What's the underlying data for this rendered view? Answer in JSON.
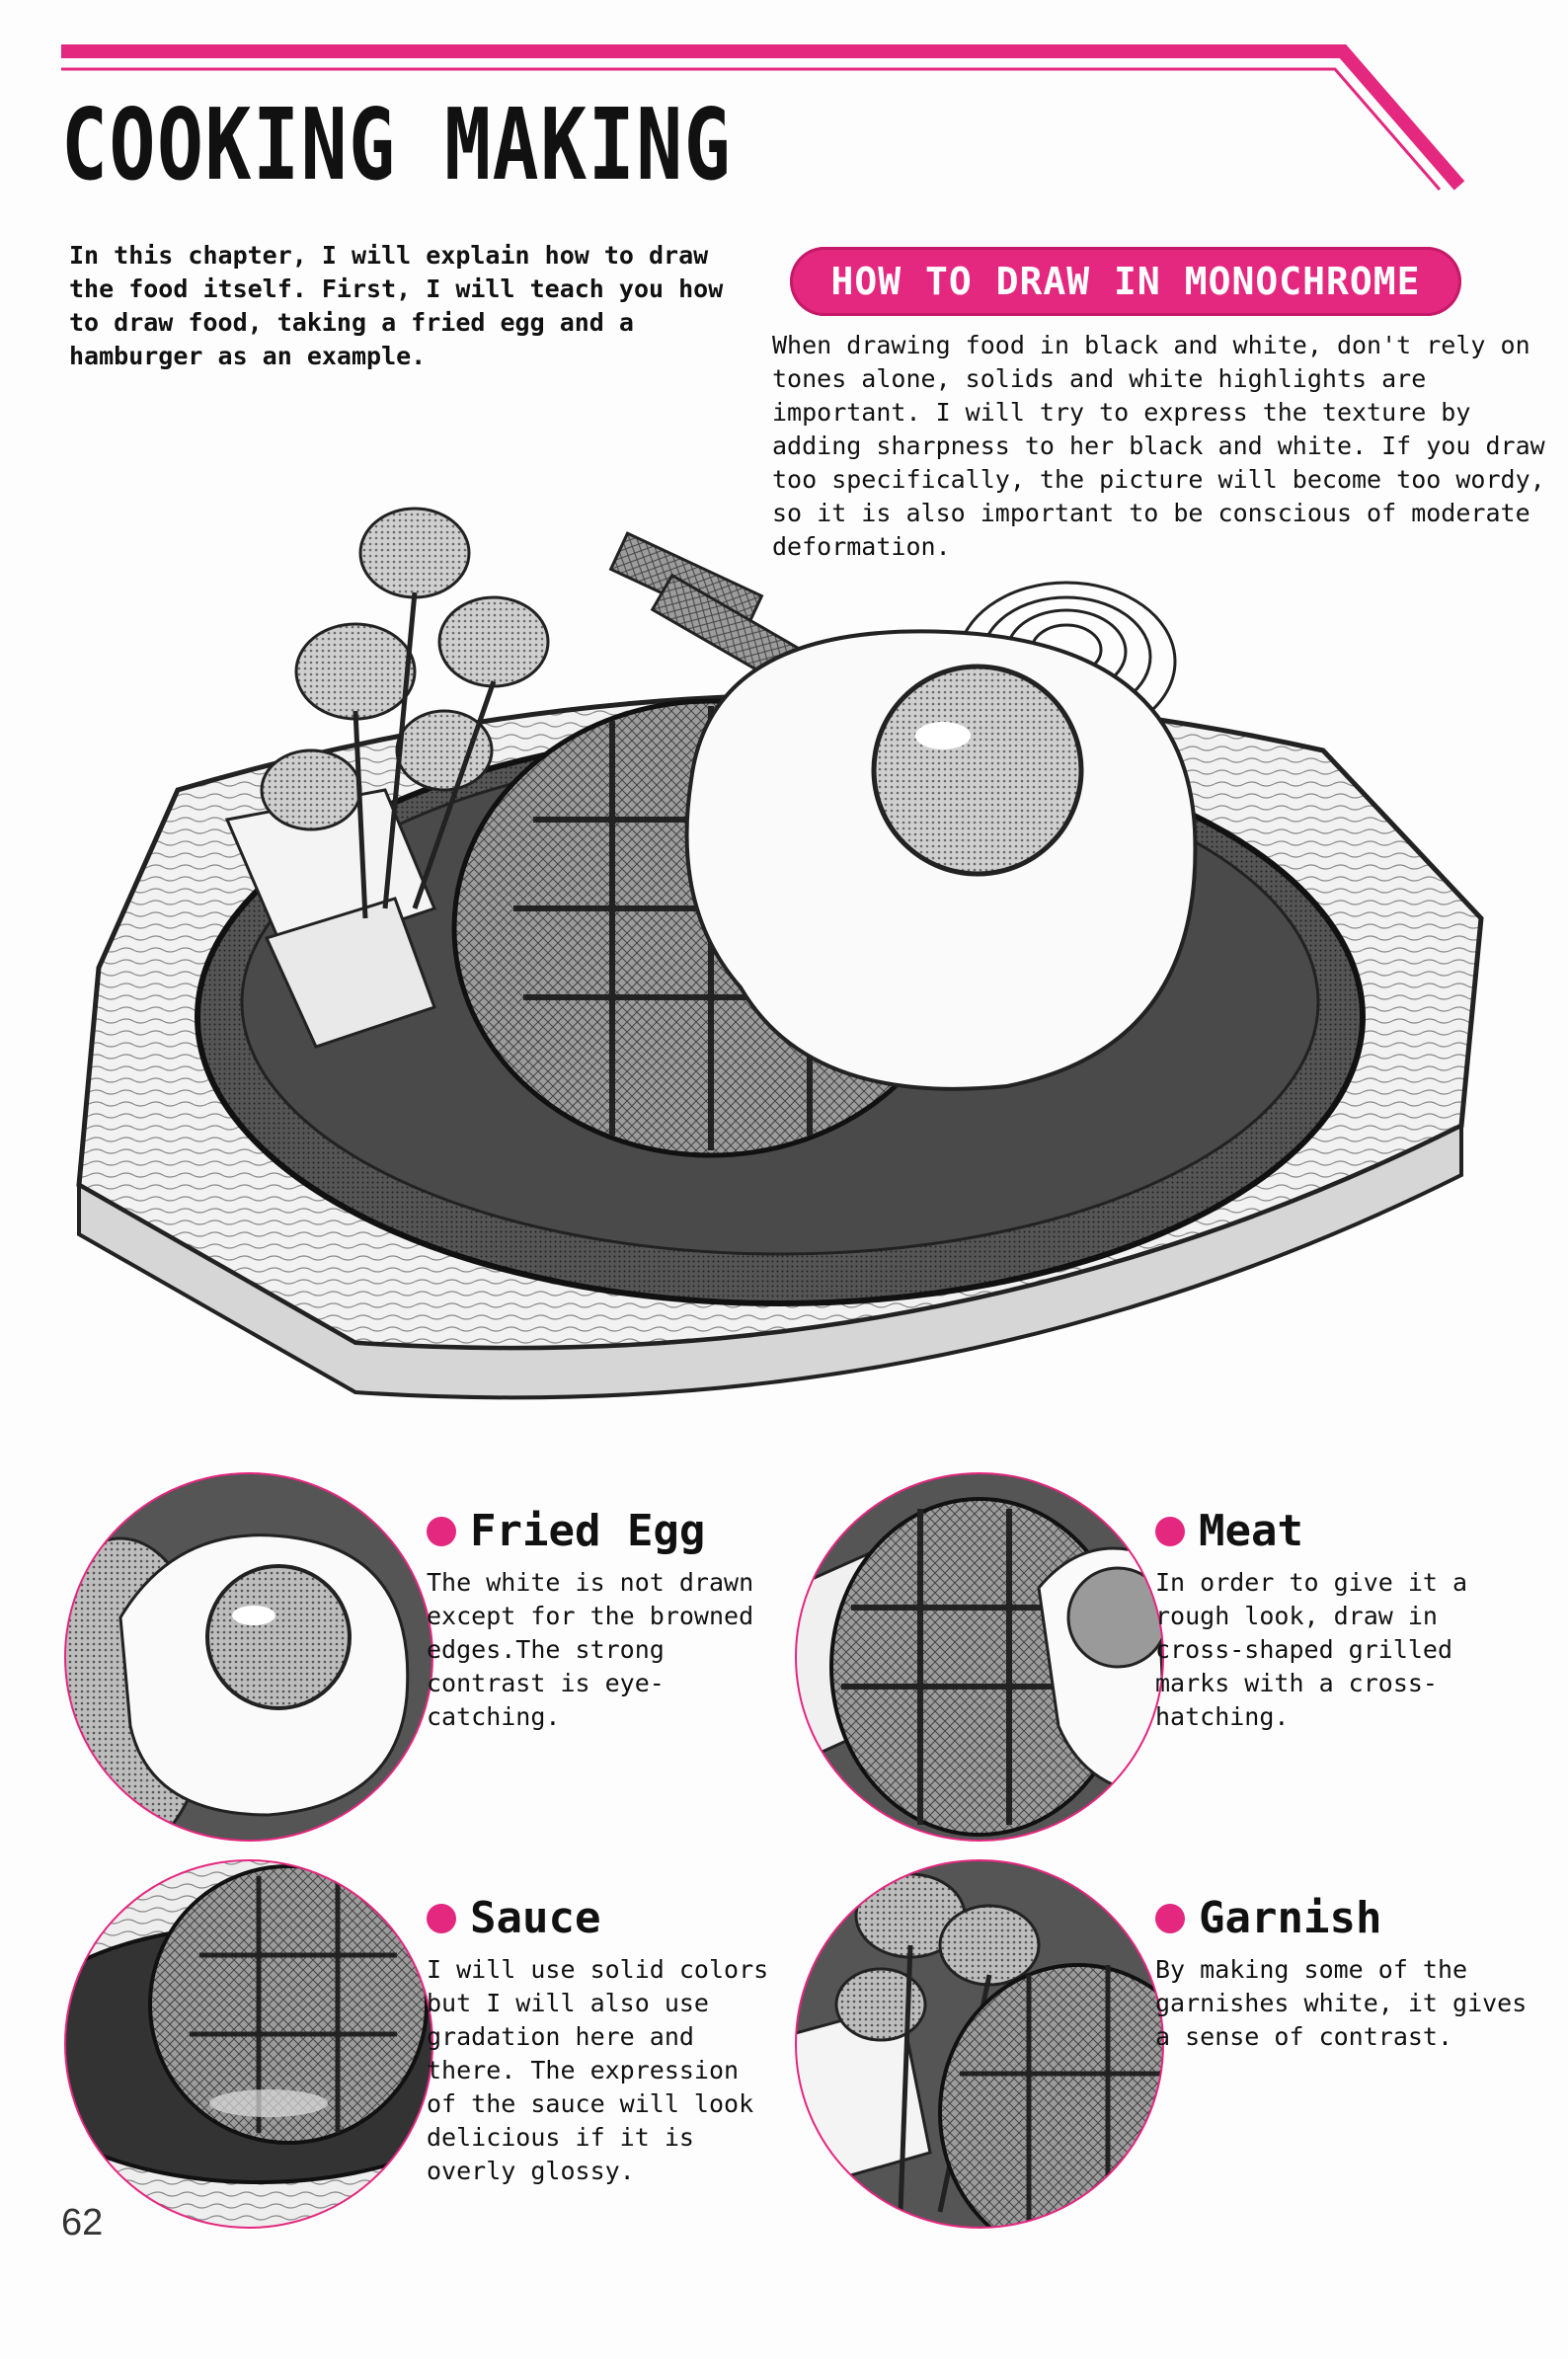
{
  "page": {
    "title": "COOKING MAKING",
    "intro": "In this chapter, I will explain how to draw the food itself. First, I will teach you how to draw food, taking a fried egg and a hamburger as an example.",
    "page_number": "62"
  },
  "method": {
    "heading": "HOW TO DRAW IN MONOCHROME",
    "body": "When drawing food in black and white, don't rely on tones alone, solids and white highlights are important. I will try to express the texture by adding sharpness to her black and white. If you draw too specifically, the picture will become too wordy, so it is also important to be conscious of moderate deformation."
  },
  "sections": [
    {
      "title": "Fried Egg",
      "body": "The white is not drawn except for the browned edges.The strong contrast is eye-catching."
    },
    {
      "title": "Meat",
      "body": "In order to give it a rough look, draw in cross-shaped grilled marks with a cross-hatching."
    },
    {
      "title": "Sauce",
      "body": "I will use solid colors but I will also use gradation here and there. The expression of the sauce will look delicious if it is overly glossy."
    },
    {
      "title": "Garnish",
      "body": "By making some of the garnishes white, it gives a sense of contrast."
    }
  ],
  "colors": {
    "accent": "#e4277f",
    "ink": "#1a1a1a",
    "paper": "#fdfdfd"
  },
  "icons": {
    "bullet": "pink-dot-icon"
  }
}
